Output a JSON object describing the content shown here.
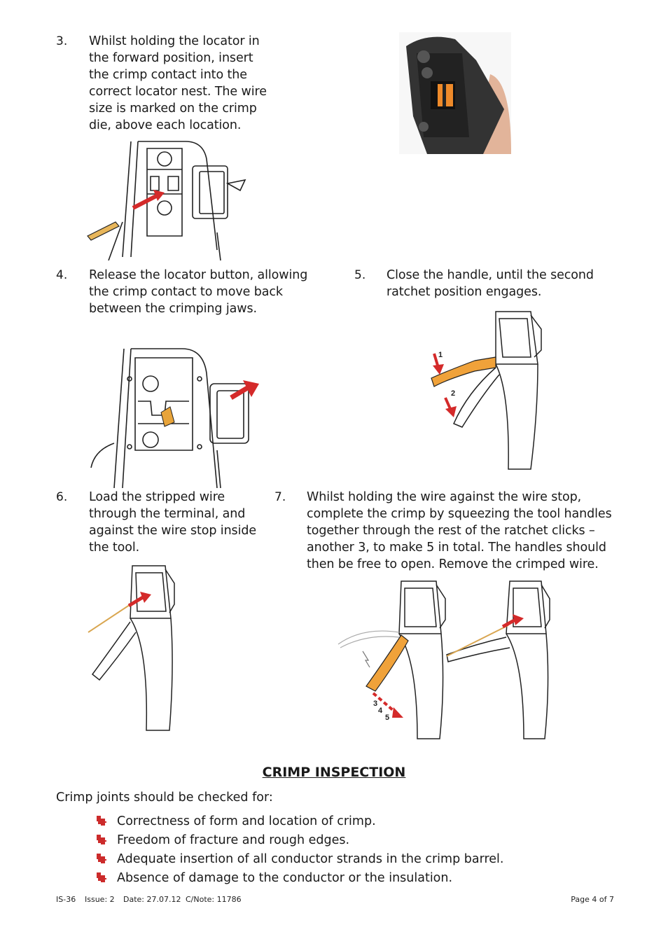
{
  "steps": [
    {
      "number": "3.",
      "lines": [
        "Whilst holding the locator in",
        "the forward position, insert",
        "the crimp contact into the",
        "correct locator nest.  The wire",
        "size is marked on the crimp",
        "die, above each location."
      ]
    },
    {
      "number": "4.",
      "lines": [
        "Release the locator button, allowing",
        "the crimp contact to move back",
        "between the crimping jaws."
      ]
    },
    {
      "number": "5.",
      "lines": [
        "Close the handle, until the second",
        "ratchet position engages."
      ]
    },
    {
      "number": "6.",
      "lines": [
        "Load the stripped wire",
        "through the terminal, and",
        "against the wire stop inside",
        "the tool."
      ]
    },
    {
      "number": "7.",
      "lines": [
        "Whilst holding the wire against the wire stop,",
        "complete the crimp by squeezing the tool handles",
        "together through the rest of the ratchet clicks –",
        "another 3, to make 5 in total.  The handles should",
        "then be free to open.  Remove the crimped wire."
      ]
    }
  ],
  "figure_labels": {
    "step5_arrow1": "1",
    "step5_arrow2": "2",
    "step7_arrow3": "3",
    "step7_arrow4": "4",
    "step7_arrow5": "5"
  },
  "section": {
    "heading": "CRIMP INSPECTION",
    "intro": "Crimp joints should be checked for:",
    "bullets": [
      "Correctness of form and location of crimp.",
      "Freedom of fracture and rough edges.",
      "Adequate insertion of all conductor strands in the crimp barrel.",
      "Absence of damage to the conductor or the insulation."
    ]
  },
  "footer": {
    "doc_id": "IS-36",
    "issue": "Issue: 2",
    "date": "Date: 27.07.12",
    "cnote": "C/Note: 11786",
    "page": "Page 4 of 7"
  },
  "colors": {
    "text": "#1a1a1a",
    "arrow_red": "#d42a2a",
    "handle_orange": "#f0a23a",
    "bullet_red": "#cc2b2b"
  }
}
